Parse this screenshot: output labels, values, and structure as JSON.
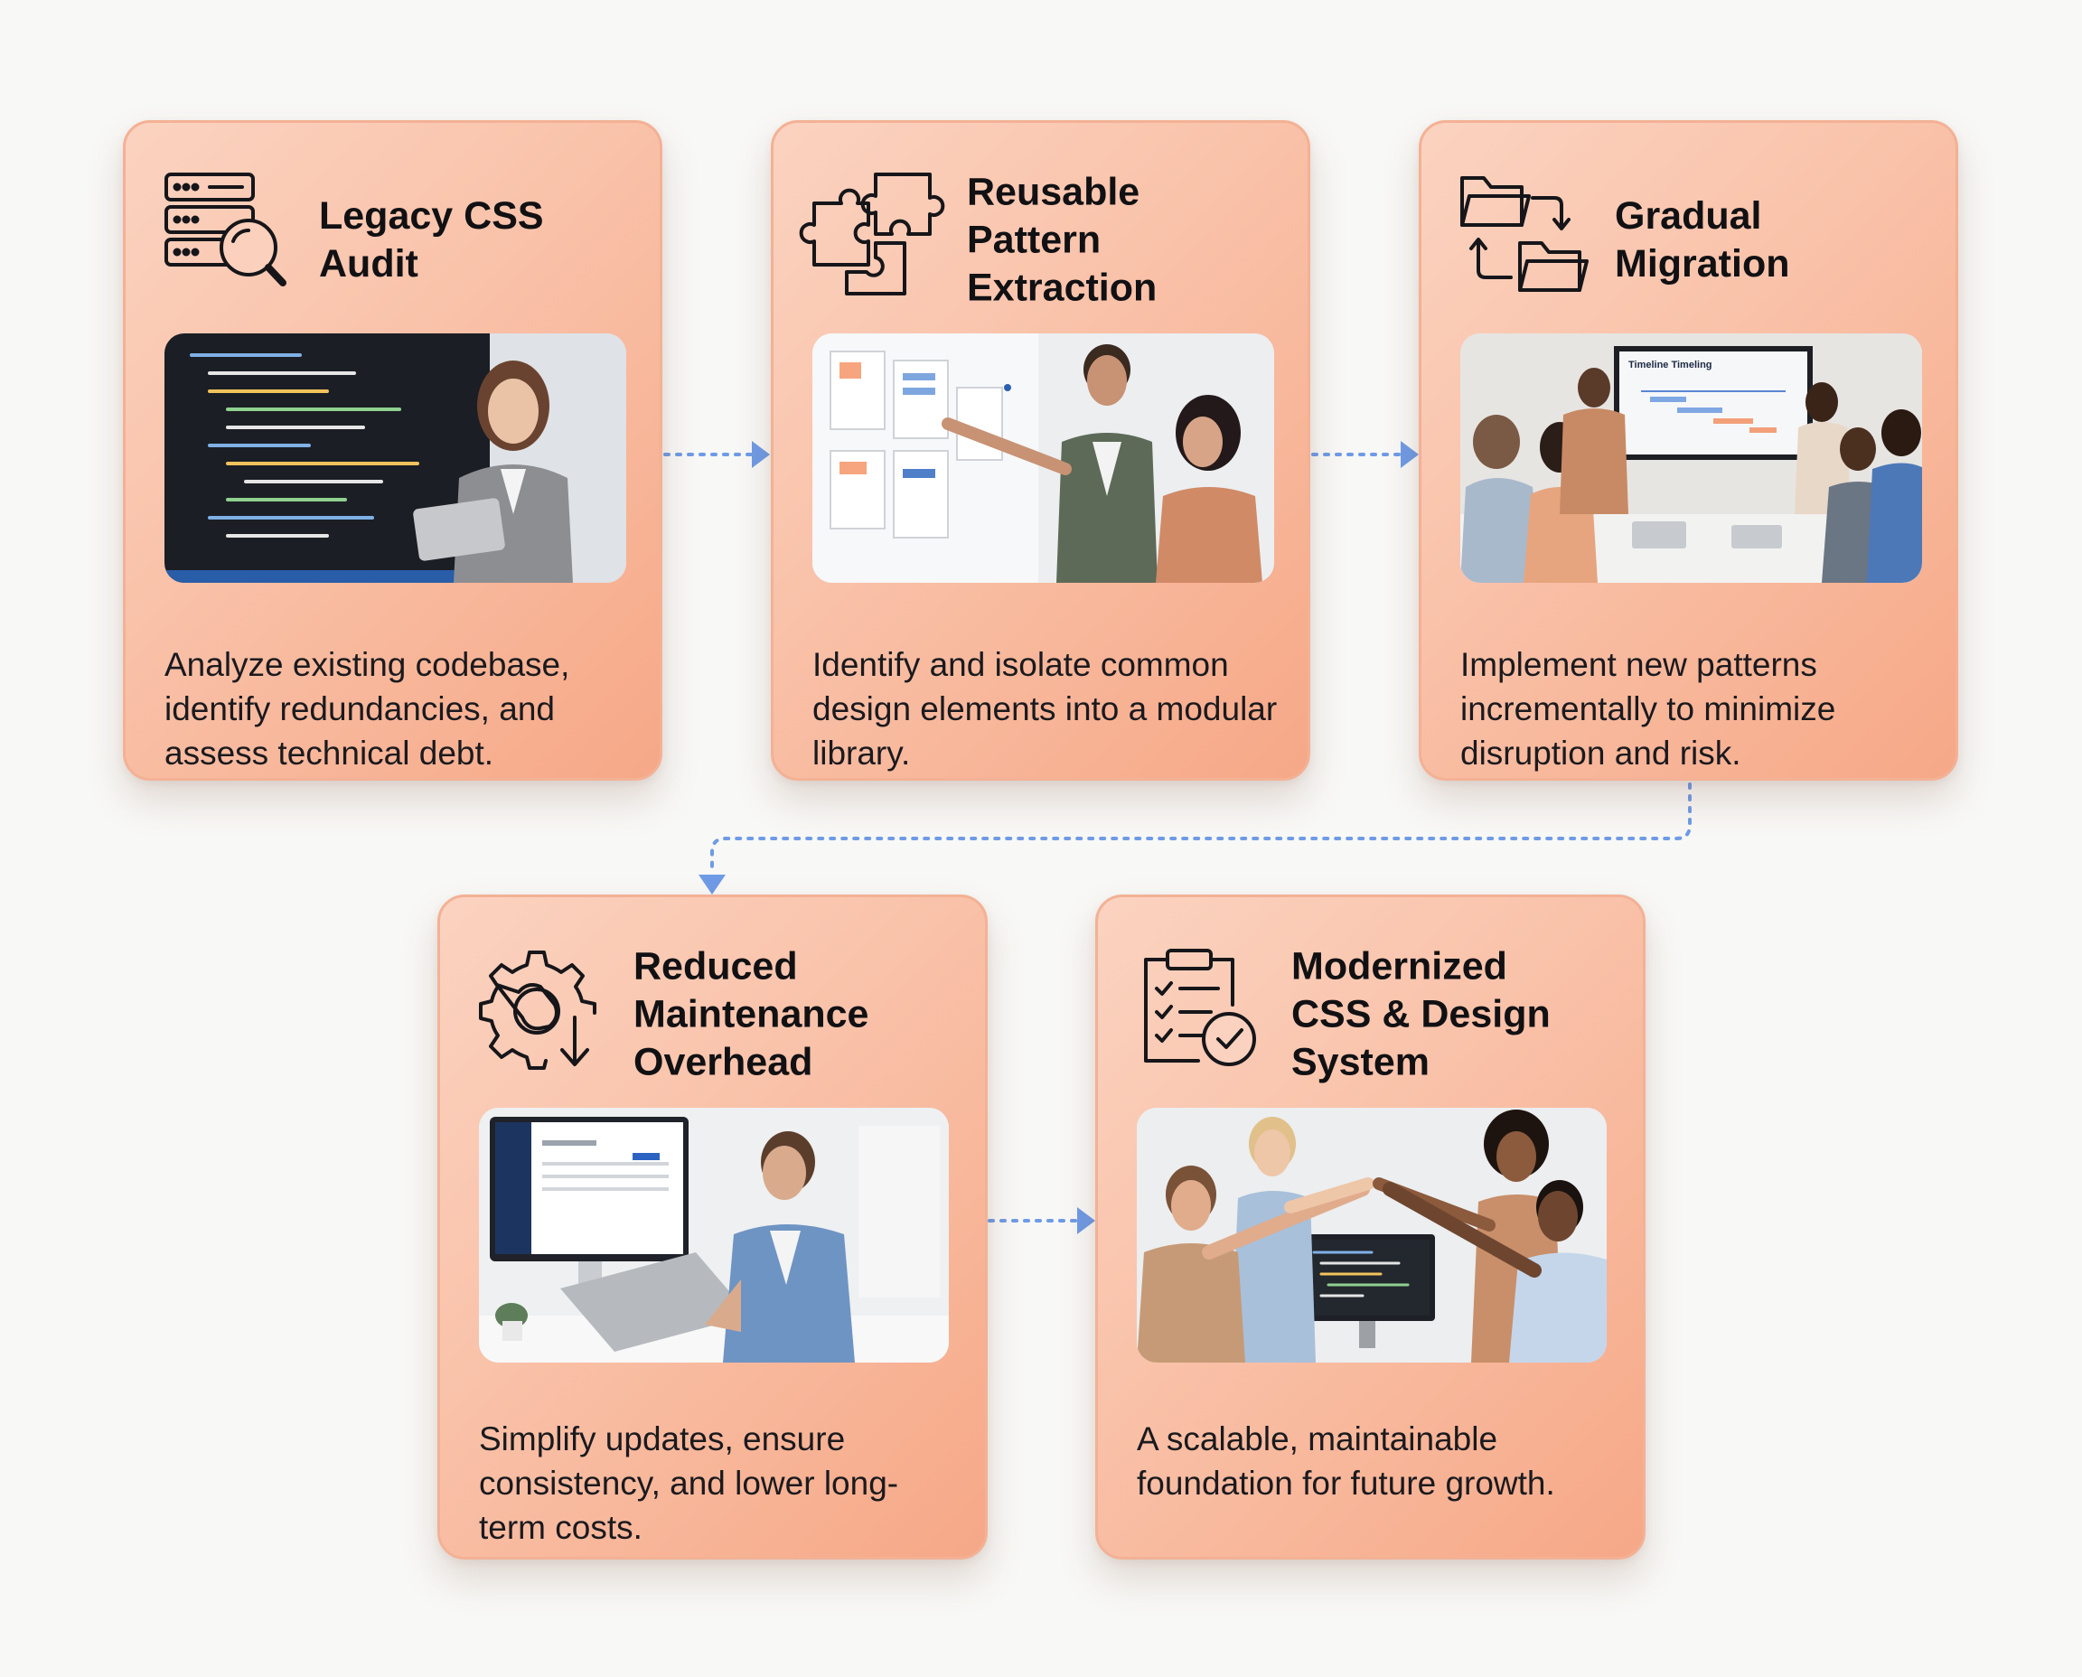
{
  "colors": {
    "page_background": "#f8f8f6",
    "card_gradient": [
      "#fbd3c0",
      "#f6a887"
    ],
    "card_border": "#f3b195",
    "connector": "#6f9be6",
    "text": "#111114"
  },
  "steps": [
    {
      "icon": "server-search-icon",
      "title_lines": [
        "Legacy CSS",
        "Audit"
      ],
      "description": "Analyze existing codebase, identify redundancies, and assess technical debt.",
      "photo": "woman-presenting-code-photo"
    },
    {
      "icon": "puzzle-pieces-icon",
      "title_lines": [
        "Reusable",
        "Pattern",
        "Extraction"
      ],
      "description": "Identify and isolate common design elements into a modular library.",
      "photo": "whiteboard-discussion-photo"
    },
    {
      "icon": "folder-migration-icon",
      "title_lines": [
        "Gradual",
        "Migration"
      ],
      "description": "Implement new patterns incrementally to minimize disruption and risk.",
      "photo": "team-meeting-timeline-photo",
      "screen_title": "Timeline Timeling"
    },
    {
      "icon": "gear-wrench-icon",
      "title_lines": [
        "Reduced",
        "Maintenance",
        "Overhead"
      ],
      "description": "Simplify updates, ensure consistency, and lower long-term costs.",
      "photo": "man-at-laptop-photo"
    },
    {
      "icon": "clipboard-check-icon",
      "title_lines": [
        "Modernized",
        "CSS & Design",
        "System"
      ],
      "description": "A scalable, maintainable foundation for future growth.",
      "photo": "team-celebration-photo"
    }
  ]
}
